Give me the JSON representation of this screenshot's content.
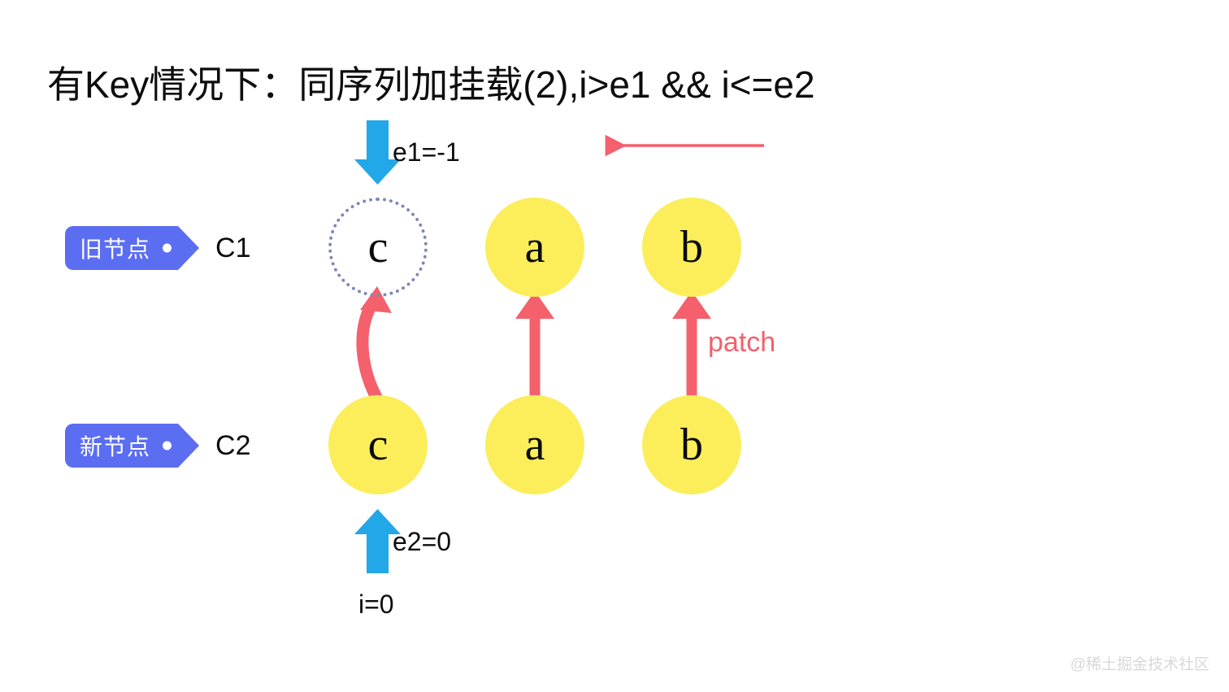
{
  "title": "有Key情况下：同序列加挂载(2),i>e1 && i<=e2",
  "colors": {
    "tag_blue": "#5b6ef2",
    "node_yellow": "#fbee5a",
    "dotted_border": "#7f87b8",
    "arrow_red": "#f4606c",
    "arrow_blue": "#22a7e8",
    "text_black": "#0d0d0d",
    "watermark_gray": "#d8d8d8"
  },
  "rows": [
    {
      "tag_label": "旧节点",
      "caption": "C1",
      "nodes": [
        {
          "letter": "c",
          "style": "dotted"
        },
        {
          "letter": "a",
          "style": "filled"
        },
        {
          "letter": "b",
          "style": "filled"
        }
      ]
    },
    {
      "tag_label": "新节点",
      "caption": "C2",
      "nodes": [
        {
          "letter": "c",
          "style": "filled"
        },
        {
          "letter": "a",
          "style": "filled"
        },
        {
          "letter": "b",
          "style": "filled"
        }
      ]
    }
  ],
  "annotations": {
    "e1": "e1=-1",
    "e2": "e2=0",
    "i": "i=0",
    "patch": "patch"
  },
  "icons": {
    "down_arrow": "arrow-down-icon",
    "up_arrow": "arrow-up-icon",
    "left_arrow": "arrow-left-icon",
    "curved_arrow": "curved-arrow-icon",
    "straight_arrow": "arrow-up-icon"
  },
  "watermark": "@稀土掘金技术社区"
}
